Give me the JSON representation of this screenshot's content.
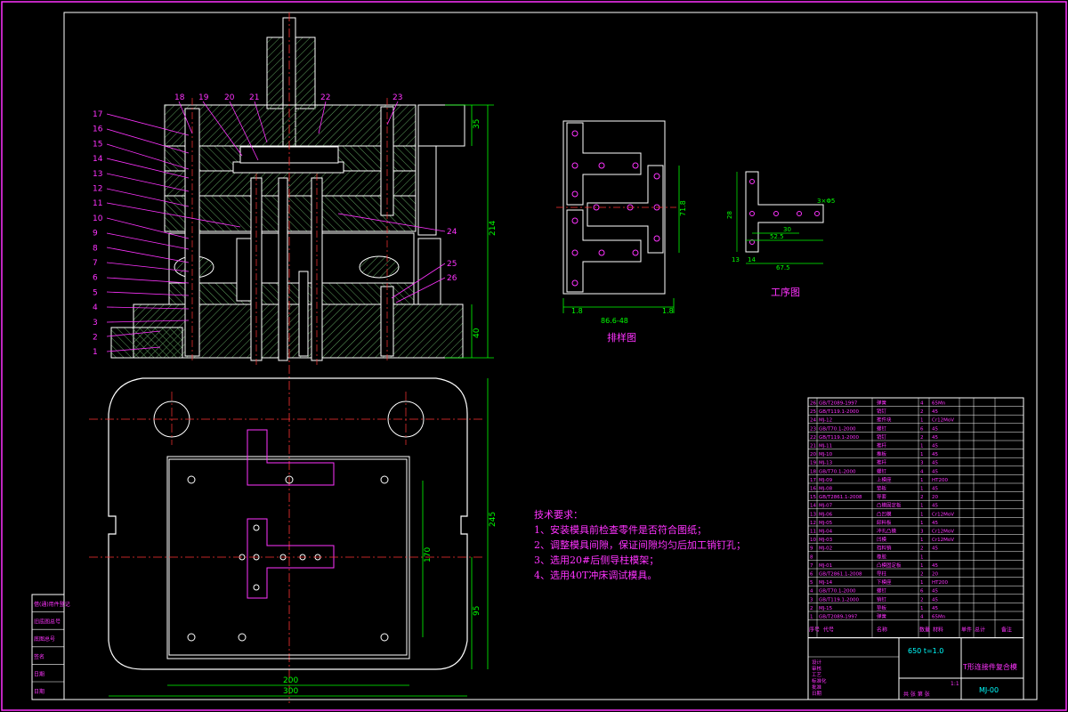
{
  "drawing": {
    "callouts_left": [
      "17",
      "16",
      "15",
      "14",
      "13",
      "12",
      "11",
      "10",
      "9",
      "8",
      "7",
      "6",
      "5",
      "4",
      "3",
      "2",
      "1"
    ],
    "callouts_top": [
      "18",
      "19",
      "20",
      "21",
      "22",
      "23"
    ],
    "callouts_right": [
      "24",
      "25",
      "26"
    ],
    "dims_section": {
      "d1": "35",
      "d2": "214",
      "d3": "40"
    },
    "dims_plan": {
      "d1": "245",
      "d2": "170",
      "d3": "95",
      "d4": "200",
      "d5": "300"
    },
    "layout_title": "排样图",
    "layout_dims": {
      "h": "71.8",
      "a": "1.8",
      "b": "86.6-48",
      "c": "1.8"
    },
    "process_title": "工序图",
    "process_dims": {
      "a": "3×Φ5",
      "b": "28",
      "c": "30",
      "d": "52.5",
      "e": "67.5",
      "f": "14",
      "g": "13"
    },
    "colors": {
      "bg": "#000000",
      "line": "#ffffff",
      "accent": "#ff33ff",
      "green": "#00ff00",
      "red": "#ff3333",
      "hatch": "#5fa05f",
      "blue": "#3399ff",
      "cyan": "#00ffff"
    }
  },
  "notes": {
    "title": "技术要求：",
    "items": [
      "1、安装模具前检查零件是否符合图纸；",
      "2、调整模具间隙，保证间隙均匀后加工销钉孔；",
      "3、选用20#后侧导柱模架；",
      "4、选用40T冲床调试模具。"
    ]
  },
  "title_block": {
    "name": "T形连接件复合模",
    "code": "MJ-00",
    "spec": "650  t=1.0",
    "scale": "1:1",
    "sheet": "共 张 第 张",
    "headers": [
      "序号",
      "代号",
      "名称",
      "数量",
      "材料",
      "单件",
      "总计",
      "备注"
    ],
    "rows": [
      [
        "26",
        "GB/T2089-1997",
        "弹簧",
        "4",
        "65Mn"
      ],
      [
        "25",
        "GB/T119.1-2000",
        "销钉",
        "2",
        "45"
      ],
      [
        "24",
        "MJ-12",
        "推件块",
        "1",
        "Cr12MoV"
      ],
      [
        "23",
        "GB/T70.1-2000",
        "螺钉",
        "6",
        "45"
      ],
      [
        "22",
        "GB/T119.1-2000",
        "销钉",
        "2",
        "45"
      ],
      [
        "21",
        "MJ-11",
        "推杆",
        "1",
        "45"
      ],
      [
        "20",
        "MJ-10",
        "推板",
        "1",
        "45"
      ],
      [
        "19",
        "MJ-13",
        "推杆",
        "3",
        "45"
      ],
      [
        "18",
        "GB/T70.1-2000",
        "螺钉",
        "4",
        "45"
      ],
      [
        "17",
        "MJ-09",
        "上模座",
        "1",
        "HT200"
      ],
      [
        "16",
        "MJ-08",
        "垫板",
        "1",
        "45"
      ],
      [
        "15",
        "GB/T2861.1-2008",
        "导套",
        "2",
        "20"
      ],
      [
        "14",
        "MJ-07",
        "凸模固定板",
        "1",
        "45"
      ],
      [
        "13",
        "MJ-06",
        "凸凹模",
        "1",
        "Cr12MoV"
      ],
      [
        "12",
        "MJ-05",
        "卸料板",
        "1",
        "45"
      ],
      [
        "11",
        "MJ-04",
        "冲孔凸模",
        "3",
        "Cr12MoV"
      ],
      [
        "10",
        "MJ-03",
        "凹模",
        "1",
        "Cr12MoV"
      ],
      [
        "9",
        "MJ-02",
        "挡料销",
        "2",
        "45"
      ],
      [
        "8",
        "",
        "橡胶",
        "1",
        ""
      ],
      [
        "7",
        "MJ-01",
        "凸模固定板",
        "1",
        "45"
      ],
      [
        "6",
        "GB/T2861.1-2008",
        "导柱",
        "2",
        "20"
      ],
      [
        "5",
        "MJ-14",
        "下模座",
        "1",
        "HT200"
      ],
      [
        "4",
        "GB/T70.1-2000",
        "螺钉",
        "6",
        "45"
      ],
      [
        "3",
        "GB/T119.1-2000",
        "销钉",
        "2",
        "45"
      ],
      [
        "2",
        "MJ-15",
        "垫板",
        "1",
        "45"
      ],
      [
        "1",
        "GB/T2089-1997",
        "弹簧",
        "4",
        "65Mn"
      ]
    ],
    "signs": [
      "设计",
      "审核",
      "工艺",
      "标准化",
      "批准",
      "日期"
    ]
  },
  "side_block": [
    "借(通)用件登记",
    "旧底图总号",
    "底图总号",
    "签名",
    "日期",
    "日期"
  ]
}
